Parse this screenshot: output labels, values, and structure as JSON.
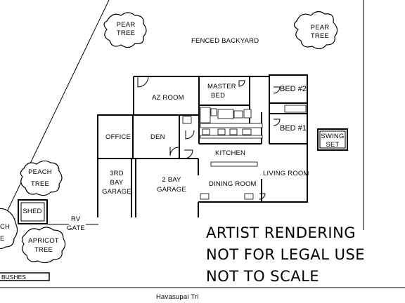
{
  "labels": {
    "pear_tree_left": [
      "PEAR",
      "TREE"
    ],
    "pear_tree_right": [
      "PEAR",
      "TREE"
    ],
    "peach_tree": [
      "PEACH",
      "TREE"
    ],
    "apricot_tree": [
      "APRICOT",
      "TREE"
    ],
    "peach_tree_partial": [
      "CH",
      "E"
    ],
    "fenced_backyard": "FENCED BACKYARD",
    "az_room": "AZ ROOM",
    "master_bed": [
      "MASTER",
      "BED"
    ],
    "bed2": "BED #2",
    "bed1": "BED #1",
    "office": "OFFICE",
    "den": "DEN",
    "kitchen": "KITCHEN",
    "living_room": "LIVING ROOM",
    "dining_room": "DINING ROOM",
    "bay3_garage": [
      "3RD",
      "BAY",
      "GARAGE"
    ],
    "bay2_garage": [
      "2 BAY",
      "GARAGE"
    ],
    "swing_set": [
      "SWING",
      "SET"
    ],
    "shed": "SHED",
    "rv_gate": [
      "RV",
      "GATE"
    ],
    "bushes": "BUSHES",
    "street": "Havasupai Trl"
  },
  "disclaimer": [
    "ARTIST RENDERING",
    "NOT FOR LEGAL USE",
    "NOT TO SCALE"
  ]
}
